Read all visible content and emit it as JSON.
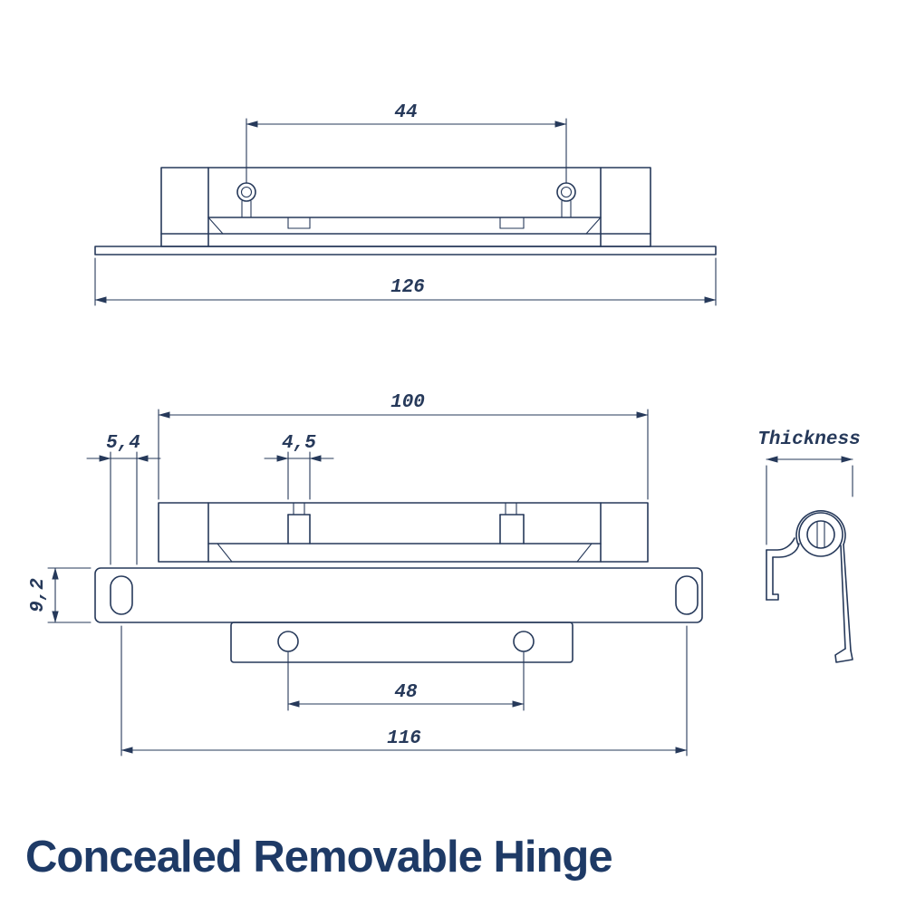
{
  "title": "Concealed Removable Hinge",
  "colors": {
    "line": "#26395a",
    "title": "#1e3a66",
    "background": "#ffffff"
  },
  "views": {
    "top": {
      "dims": {
        "screw_spacing": "44",
        "overall_length": "126"
      }
    },
    "front": {
      "dims": {
        "body_length": "100",
        "slot_offset": "5,4",
        "tab_width": "4,5",
        "leaf_height": "9,2",
        "hole_spacing": "48",
        "slot_spacing": "116"
      }
    },
    "side": {
      "dims": {
        "thickness_label": "Thickness"
      }
    }
  }
}
